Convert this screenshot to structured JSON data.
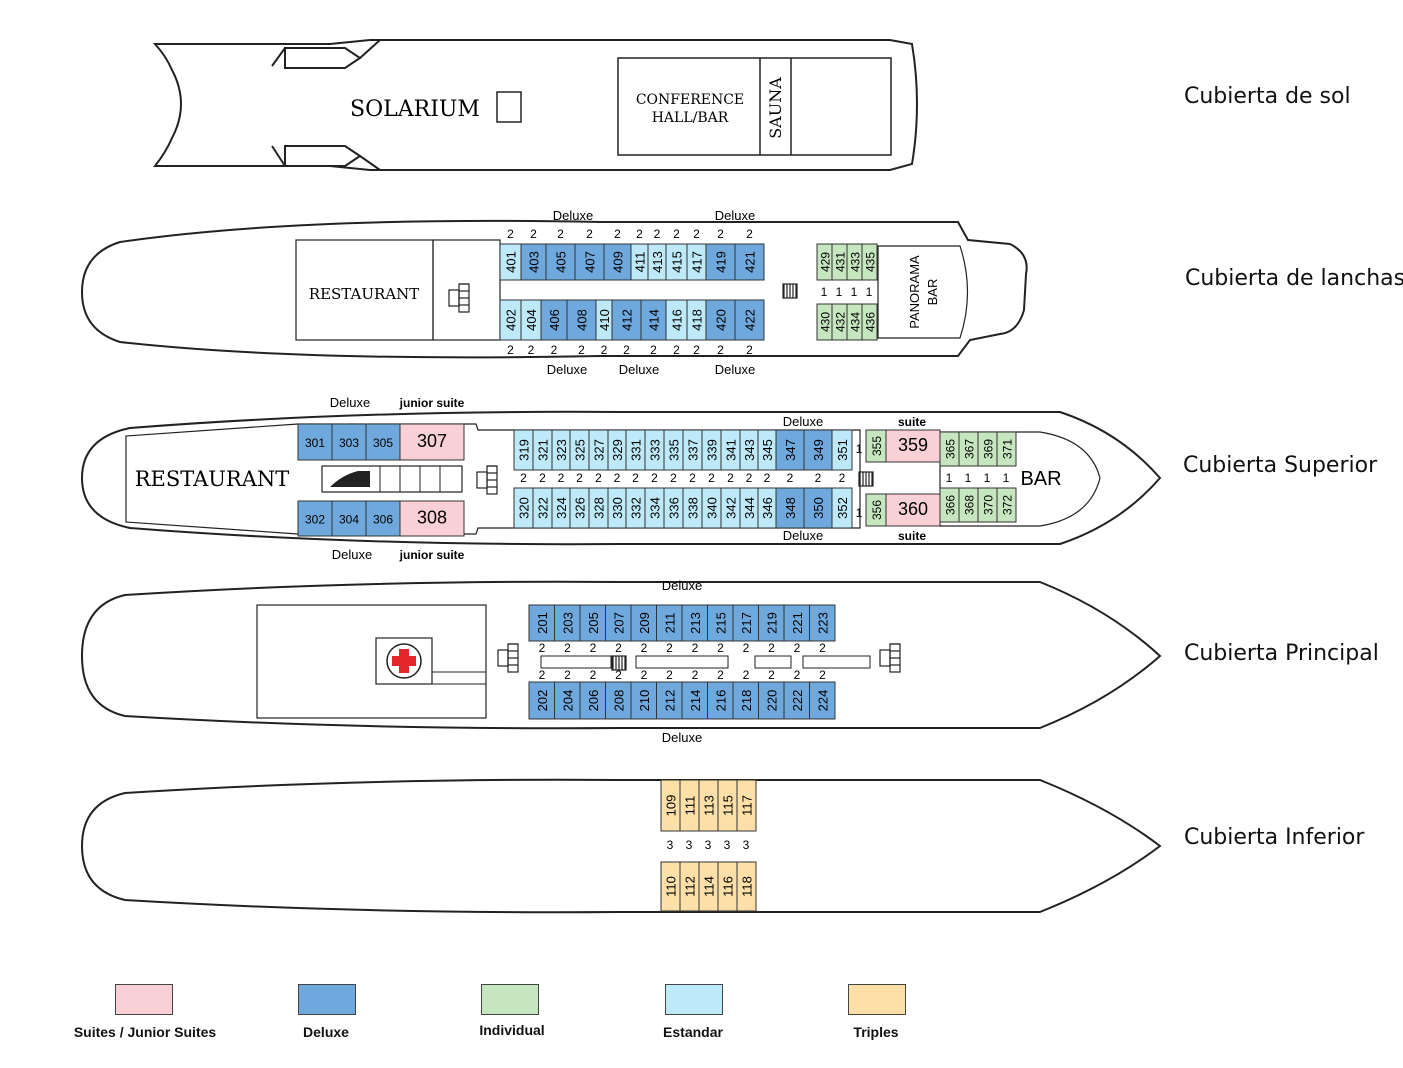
{
  "decks": {
    "sol": {
      "title": "Cubierta de sol",
      "solarium": "SOLARIUM",
      "conference_1": "CONFERENCE",
      "conference_2": "HALL/BAR",
      "sauna": "SAUNA"
    },
    "lanchas": {
      "title": "Cubierta de lanchas",
      "restaurant": "RESTAURANT",
      "panorama_1": "PANORAMA",
      "panorama_2": "BAR",
      "deluxe_label": "Deluxe",
      "top_rooms": [
        {
          "n": "401",
          "cap": "2",
          "cat": "estandar"
        },
        {
          "n": "403",
          "cap": "2",
          "cat": "deluxe"
        },
        {
          "n": "405",
          "cap": "2",
          "cat": "deluxe"
        },
        {
          "n": "407",
          "cap": "2",
          "cat": "deluxe"
        },
        {
          "n": "409",
          "cap": "2",
          "cat": "deluxe"
        },
        {
          "n": "411",
          "cap": "2",
          "cat": "estandar"
        },
        {
          "n": "413",
          "cap": "2",
          "cat": "estandar"
        },
        {
          "n": "415",
          "cap": "2",
          "cat": "estandar"
        },
        {
          "n": "417",
          "cap": "2",
          "cat": "estandar"
        },
        {
          "n": "419",
          "cap": "2",
          "cat": "deluxe"
        },
        {
          "n": "421",
          "cap": "2",
          "cat": "deluxe"
        }
      ],
      "bottom_rooms": [
        {
          "n": "402",
          "cap": "2",
          "cat": "estandar"
        },
        {
          "n": "404",
          "cap": "2",
          "cat": "estandar"
        },
        {
          "n": "406",
          "cap": "2",
          "cat": "deluxe"
        },
        {
          "n": "408",
          "cap": "2",
          "cat": "deluxe"
        },
        {
          "n": "410",
          "cap": "2",
          "cat": "estandar"
        },
        {
          "n": "412",
          "cap": "2",
          "cat": "deluxe"
        },
        {
          "n": "414",
          "cap": "2",
          "cat": "deluxe"
        },
        {
          "n": "416",
          "cap": "2",
          "cat": "estandar"
        },
        {
          "n": "418",
          "cap": "2",
          "cat": "estandar"
        },
        {
          "n": "420",
          "cap": "2",
          "cat": "deluxe"
        },
        {
          "n": "422",
          "cap": "2",
          "cat": "deluxe"
        }
      ],
      "single_top": [
        "429",
        "431",
        "433",
        "435"
      ],
      "single_bottom": [
        "430",
        "432",
        "434",
        "436"
      ],
      "single_cap": "1"
    },
    "superior": {
      "title": "Cubierta Superior",
      "restaurant": "RESTAURANT",
      "bar": "BAR",
      "deluxe_label": "Deluxe",
      "junior_label": "junior suite",
      "suite_label": "suite",
      "front_top": [
        "301",
        "303",
        "305"
      ],
      "front_bottom": [
        "302",
        "304",
        "306"
      ],
      "junior_top": "307",
      "junior_bottom": "308",
      "top_rooms": [
        {
          "n": "319",
          "cat": "estandar"
        },
        {
          "n": "321",
          "cat": "estandar"
        },
        {
          "n": "323",
          "cat": "estandar"
        },
        {
          "n": "325",
          "cat": "estandar"
        },
        {
          "n": "327",
          "cat": "estandar"
        },
        {
          "n": "329",
          "cat": "estandar"
        },
        {
          "n": "331",
          "cat": "estandar"
        },
        {
          "n": "333",
          "cat": "estandar"
        },
        {
          "n": "335",
          "cat": "estandar"
        },
        {
          "n": "337",
          "cat": "estandar"
        },
        {
          "n": "339",
          "cat": "estandar"
        },
        {
          "n": "341",
          "cat": "estandar"
        },
        {
          "n": "343",
          "cat": "estandar"
        },
        {
          "n": "345",
          "cat": "estandar"
        },
        {
          "n": "347",
          "cat": "deluxe"
        },
        {
          "n": "349",
          "cat": "deluxe"
        },
        {
          "n": "351",
          "cat": "estandar"
        }
      ],
      "bottom_rooms": [
        {
          "n": "320",
          "cat": "estandar"
        },
        {
          "n": "322",
          "cat": "estandar"
        },
        {
          "n": "324",
          "cat": "estandar"
        },
        {
          "n": "326",
          "cat": "estandar"
        },
        {
          "n": "328",
          "cat": "estandar"
        },
        {
          "n": "330",
          "cat": "estandar"
        },
        {
          "n": "332",
          "cat": "estandar"
        },
        {
          "n": "334",
          "cat": "estandar"
        },
        {
          "n": "336",
          "cat": "estandar"
        },
        {
          "n": "338",
          "cat": "estandar"
        },
        {
          "n": "340",
          "cat": "estandar"
        },
        {
          "n": "342",
          "cat": "estandar"
        },
        {
          "n": "344",
          "cat": "estandar"
        },
        {
          "n": "346",
          "cat": "estandar"
        },
        {
          "n": "348",
          "cat": "deluxe"
        },
        {
          "n": "350",
          "cat": "deluxe"
        },
        {
          "n": "352",
          "cat": "estandar"
        }
      ],
      "double_cap": "2",
      "single_top": "355",
      "single_bottom": "356",
      "single_cap": "1",
      "suite_top": "359",
      "suite_bottom": "360",
      "aft_top": [
        "365",
        "367",
        "369",
        "371"
      ],
      "aft_bottom": [
        "366",
        "368",
        "370",
        "372"
      ]
    },
    "principal": {
      "title": "Cubierta Principal",
      "deluxe_label": "Deluxe",
      "top_rooms": [
        "201",
        "203",
        "205",
        "207",
        "209",
        "211",
        "213",
        "215",
        "217",
        "219",
        "221",
        "223"
      ],
      "bottom_rooms": [
        "202",
        "204",
        "206",
        "208",
        "210",
        "212",
        "214",
        "216",
        "218",
        "220",
        "222",
        "224"
      ],
      "cap": "2"
    },
    "inferior": {
      "title": "Cubierta Inferior",
      "top_rooms": [
        "109",
        "111",
        "113",
        "115",
        "117"
      ],
      "bottom_rooms": [
        "110",
        "112",
        "114",
        "116",
        "118"
      ],
      "cap": "3"
    }
  },
  "legend": [
    {
      "label": "Suites / Junior Suites",
      "color": "#f9d0d6"
    },
    {
      "label": "Deluxe",
      "color": "#6fa8dc"
    },
    {
      "label": "Individual",
      "color": "#c6e6bf"
    },
    {
      "label": "Estandar",
      "color": "#bde9f8"
    },
    {
      "label": "Triples",
      "color": "#fce0a8"
    }
  ],
  "colors": {
    "suite": "#f9d0d6",
    "deluxe": "#6fa8dc",
    "individual": "#c6e6bf",
    "estandar": "#bde9f8",
    "triples": "#fce0a8",
    "cross": "#e3262b"
  }
}
